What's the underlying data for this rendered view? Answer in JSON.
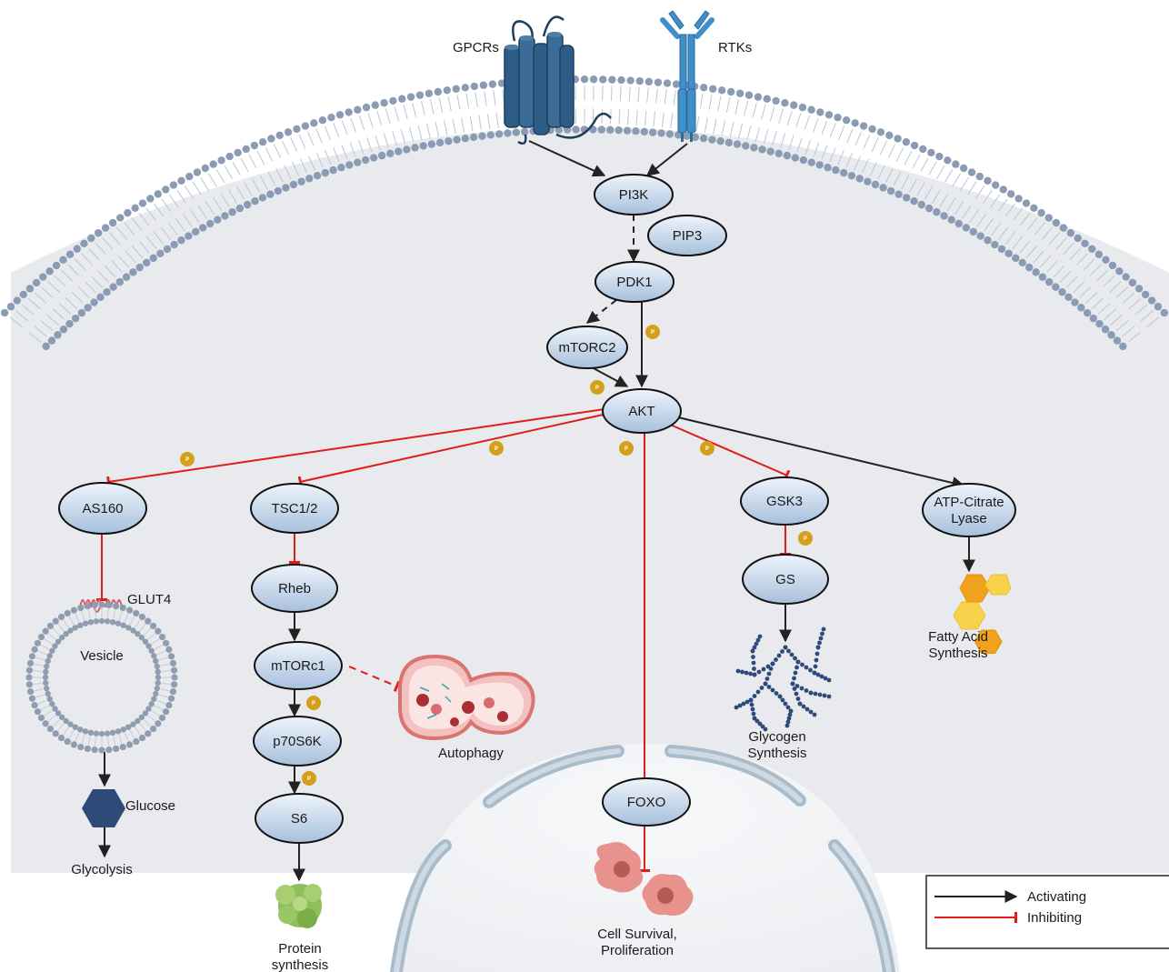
{
  "receptors": {
    "gpcr": "GPCRs",
    "rtk": "RTKs"
  },
  "nodes": {
    "pi3k": "PI3K",
    "pip3": "PIP3",
    "pdk1": "PDK1",
    "mtorc2": "mTORC2",
    "akt": "AKT",
    "as160": "AS160",
    "tsc": "TSC1/2",
    "gsk3": "GSK3",
    "acl_line1": "ATP-Citrate",
    "acl_line2": "Lyase",
    "rheb": "Rheb",
    "mtorc1": "mTORc1",
    "p70s6k": "p70S6K",
    "s6": "S6",
    "gs": "GS",
    "foxo": "FOXO"
  },
  "labels": {
    "glut4": "GLUT4",
    "vesicle": "Vesicle",
    "glucose": "Glucose",
    "glycolysis": "Glycolysis",
    "autophagy": "Autophagy",
    "protein_line1": "Protein",
    "protein_line2": "synthesis",
    "glycogen_line1": "Glycogen",
    "glycogen_line2": "Synthesis",
    "fatty_line1": "Fatty Acid",
    "fatty_line2": "Synthesis",
    "survival_line1": "Cell Survival,",
    "survival_line2": "Proliferation"
  },
  "phospho_label": "P",
  "legend": {
    "activating": "Activating",
    "inhibiting": "Inhibiting"
  },
  "colors": {
    "activating": "#222222",
    "inhibiting": "#e21b1b",
    "phospho": "#d4a019",
    "node_fill_top": "#e8f0fa",
    "node_fill_bottom": "#a9c1dd",
    "cytoplasm": "#e8eaed",
    "nucleus_envelope": "#a9bccb",
    "receptor": "#2d5d87",
    "rtk": "#3f8fc8"
  }
}
